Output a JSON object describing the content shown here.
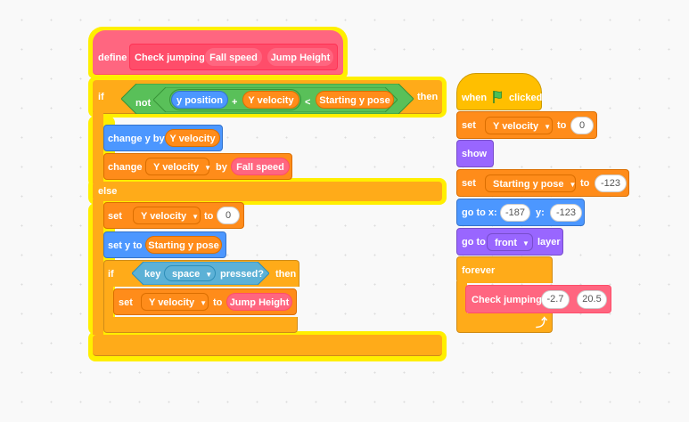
{
  "define_script": {
    "define_label": "define",
    "name": "Check jumping",
    "params": [
      "Fall speed",
      "Jump Height"
    ],
    "if_label": "if",
    "then_label": "then",
    "not_label": "not",
    "plus_label": "+",
    "lt_label": "<",
    "y_position": "y position",
    "y_velocity_var": "Y velocity",
    "starting_y_pose_var": "Starting y pose",
    "change_y_by_label": "change y by",
    "change_label": "change",
    "by_label": "by",
    "y_velocity_dd": "Y velocity",
    "fall_speed_arg": "Fall speed",
    "else_label": "else",
    "set_label": "set",
    "to_label": "to",
    "set_value_zero": "0",
    "set_y_to_label": "set y to",
    "inner_if_label": "if",
    "key_label": "key",
    "key_option": "space",
    "pressed_label": "pressed?",
    "inner_then_label": "then",
    "jump_height_arg": "Jump Height"
  },
  "flag_script": {
    "when_label": "when",
    "clicked_label": "clicked",
    "set_label": "set",
    "y_velocity_dd": "Y velocity",
    "to_label": "to",
    "y_velocity_value": "0",
    "show_label": "show",
    "starting_y_pose_dd": "Starting y pose",
    "starting_y_pose_value": "-123",
    "go_to_label": "go to x:",
    "x_value": "-187",
    "y_label": "y:",
    "y_value": "-123",
    "go_to_layer_label": "go to",
    "layer_option": "front",
    "layer_label": "layer",
    "forever_label": "forever",
    "call_name": "Check jumping",
    "call_arg1": "-2.7",
    "call_arg2": "20.5",
    "repeat_arrow": "⤴"
  },
  "colors": {
    "control": "#ffab19",
    "control_dark": "#cf8b17",
    "my_blocks": "#ff6680",
    "my_blocks_dark": "#ff4d6a",
    "operators": "#59c059",
    "operators_dark": "#389438",
    "motion": "#4c97ff",
    "motion_dark": "#3373cc",
    "variables": "#ff8c1a",
    "variables_dark": "#db6e00",
    "looks": "#9966ff",
    "looks_dark": "#774dcb",
    "sensing": "#5cb1d6",
    "sensing_dark": "#2e8eb8",
    "events": "#ffbf00",
    "highlight": "#ffef00"
  }
}
